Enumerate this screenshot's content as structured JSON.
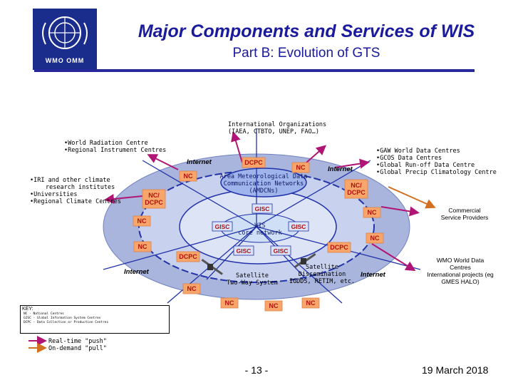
{
  "header": {
    "title": "Major Components and Services of WIS",
    "subtitle": "Part B: Evolution of GTS",
    "logo_text": "WMO OMM"
  },
  "diagram": {
    "intl_orgs": [
      "International Organizations",
      "(IAEA, CTBTO, UNEP, FAO…)"
    ],
    "radiation": [
      "•World Radiation Centre",
      "•Regional Instrument Centres"
    ],
    "research": [
      "•IRI and other climate",
      "research institutes",
      "•Universities",
      "•Regional Climate Centres"
    ],
    "gaw": [
      "•GAW World Data Centres",
      "•GCOS Data Centres",
      "•Global Run-off Data Centre",
      "•Global Precip Climatology Centre"
    ],
    "commercial": [
      "Commercial",
      "Service Providers"
    ],
    "wmo_world": [
      "WMO World Data",
      "Centres",
      "International projects (eg",
      "GMES HALO)"
    ],
    "amdcn": [
      "Area Meteorological Data",
      "Communication Networks",
      "(AMDCNs)"
    ],
    "wis_core": [
      "WIS",
      "core network"
    ],
    "sat_two_way": [
      "Satellite",
      "Two-Way System"
    ],
    "sat_dissem": [
      "Satellite",
      "Dissemination",
      "IGDDS, RETIM, etc."
    ],
    "internet": "Internet",
    "nc": "NC",
    "dcpc": "DCPC",
    "nc_dcpc": [
      "NC/",
      "DCPC"
    ],
    "gisc": "GISC"
  },
  "key": {
    "heading": "KEY:",
    "lines": [
      "NC   -  National Centres",
      "GISC -  Global Information System Centres",
      "DCPC -  Data Collection or Production Centres"
    ],
    "push": "Real-time \"push\"",
    "pull": "On-demand \"pull\""
  },
  "footer": {
    "page": "- 13 -",
    "date": "19 March 2018"
  },
  "colors": {
    "title": "#1a1a9c",
    "outer_ring": "#a9b5dc",
    "inner_ring": "#c8d2ee",
    "core": "#dde4f6",
    "node_fill": "#f7a66b",
    "node_text": "#b01010",
    "network_blue": "#2233aa",
    "push_arrow": "#b01575"
  }
}
